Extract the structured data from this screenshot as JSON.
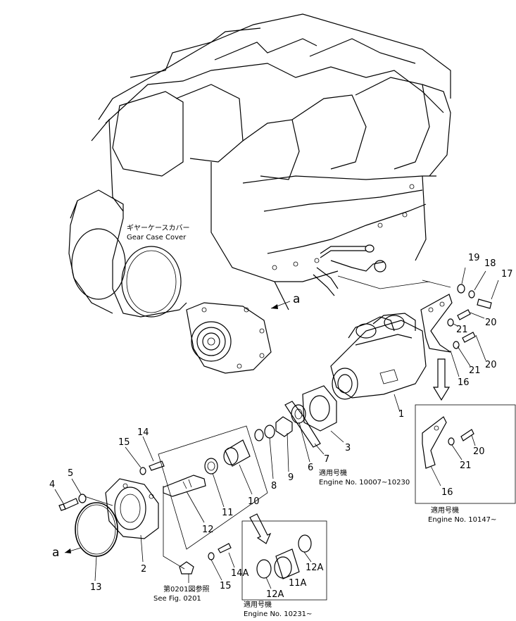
{
  "labels": {
    "gear_case_jp": "ギヤーケースカバー",
    "gear_case_en": "Gear Case Cover",
    "arrow_a_top": "a",
    "arrow_a_left": "a",
    "see_fig_jp": "第0201図参照",
    "see_fig_en": "See Fig. 0201",
    "applicable_jp_1": "適用号機",
    "applicable_jp_2": "適用号機",
    "applicable_jp_3": "適用号機",
    "engine_range_1": "Engine No. 10007~10230",
    "engine_range_2": "Engine No. 10147~",
    "engine_range_3": "Engine No. 10231~"
  },
  "parts": {
    "p1": "1",
    "p2": "2",
    "p3": "3",
    "p4": "4",
    "p5": "5",
    "p6": "6",
    "p7": "7",
    "p8": "8",
    "p9": "9",
    "p10": "10",
    "p11": "11",
    "p11a": "11A",
    "p12": "12",
    "p12a_1": "12A",
    "p12a_2": "12A",
    "p13": "13",
    "p14": "14",
    "p14a": "14A",
    "p15_1": "15",
    "p15_2": "15",
    "p16_1": "16",
    "p16_2": "16",
    "p17": "17",
    "p18": "18",
    "p19": "19",
    "p20_1": "20",
    "p20_2": "20",
    "p20_3": "20",
    "p21_1": "21",
    "p21_2": "21",
    "p21_3": "21"
  }
}
